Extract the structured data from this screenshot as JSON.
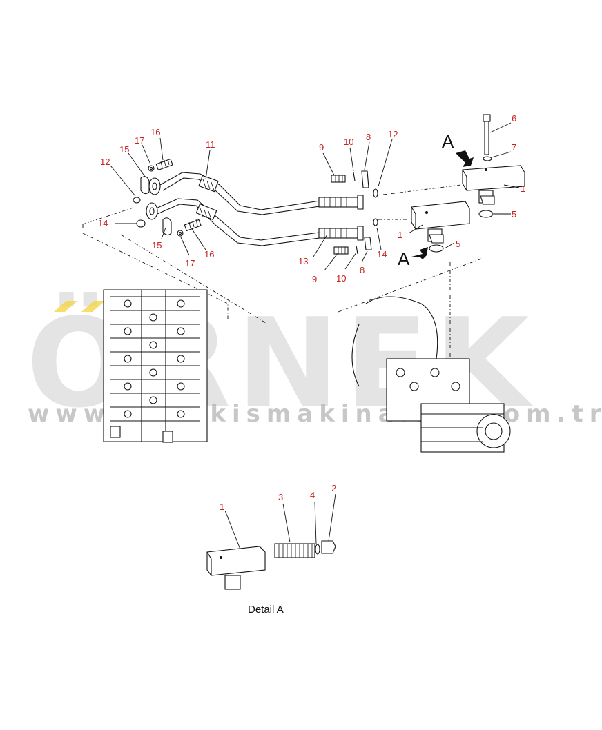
{
  "watermark": {
    "brand": "ÖRNEK",
    "url": "www.ornekismakinalari.com.tr",
    "accent": "#f5c518"
  },
  "view_labels": {
    "upper": "A",
    "lower": "A"
  },
  "detail_caption": "Detail A",
  "callouts": {
    "c1a": "1",
    "c1b": "1",
    "c1c": "1",
    "c2": "2",
    "c3": "3",
    "c4": "4",
    "c5a": "5",
    "c5b": "5",
    "c6": "6",
    "c7": "7",
    "c8a": "8",
    "c8b": "8",
    "c9a": "9",
    "c9b": "9",
    "c10a": "10",
    "c10b": "10",
    "c11": "11",
    "c12a": "12",
    "c12b": "12",
    "c13": "13",
    "c14a": "14",
    "c14b": "14",
    "c15a": "15",
    "c15b": "15",
    "c16a": "16",
    "c16b": "16",
    "c17a": "17",
    "c17b": "17"
  },
  "colors": {
    "callout": "#c8201e",
    "line": "#111111"
  }
}
